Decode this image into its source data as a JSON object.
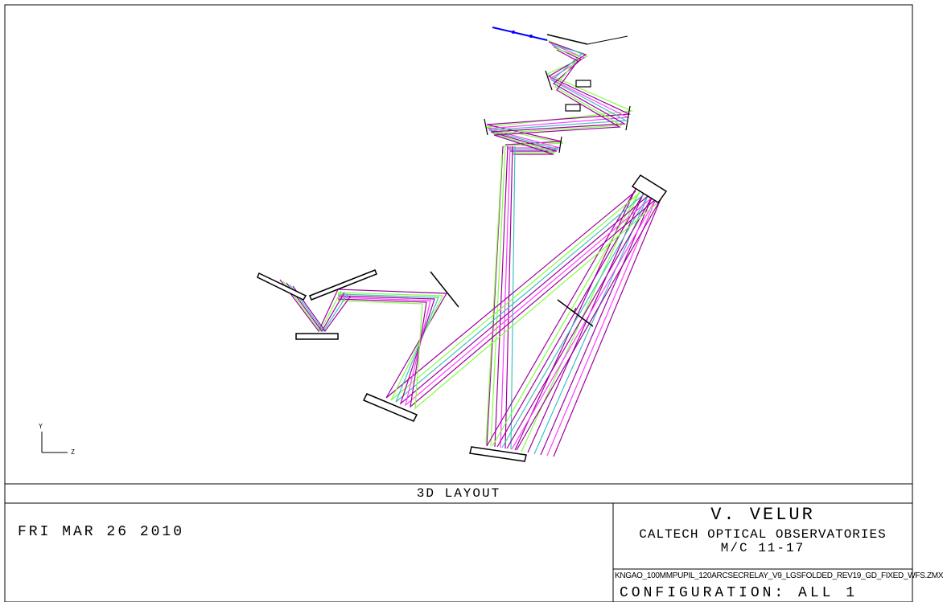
{
  "title": "3D LAYOUT",
  "date": "FRI MAR 26 2010",
  "author": "V. VELUR",
  "organization": "CALTECH OPTICAL OBSERVATORIES",
  "mail_code": "M/C 11-17",
  "filename": "KNGAO_100MMPUPIL_120ARCSECRELAY_V9_LGSFOLDED_REV19_GD_FIXED_WFS.ZMX",
  "configuration": "CONFIGURATION: ALL 1",
  "axes": {
    "vertical": "Y",
    "horizontal": "Z"
  },
  "colors": {
    "ray_primary": "#a000a0",
    "ray_secondary": "#80ff40",
    "ray_tertiary": "#40c0c0",
    "ray_quaternary": "#ff40ff",
    "input_beam": "#0000ff",
    "line": "#000000"
  }
}
